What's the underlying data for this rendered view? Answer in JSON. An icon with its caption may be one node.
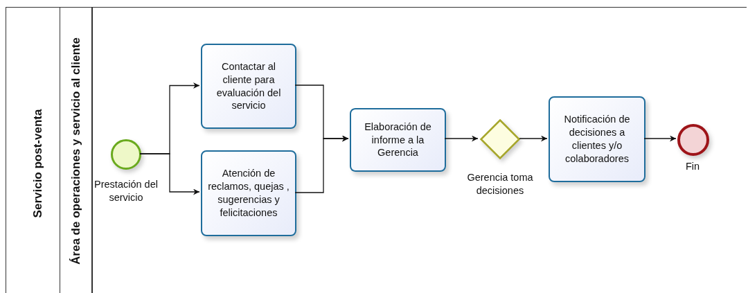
{
  "diagram": {
    "nodes": [
      {
        "text": [
          "Servicio post-venta"
        ]
      },
      {
        "text": [
          "Área de operaciones y servicio al cliente"
        ],
        "in": 0
      },
      {
        "text": [],
        "shape": "circle",
        "beside": [
          "Prestación del servicio"
        ],
        "in": 1
      },
      {
        "text": [
          "Contactar al cliente para evaluación del servicio"
        ],
        "in": 1
      },
      {
        "text": [
          "Atención de reclamos, quejas , sugerencias y felicitaciones"
        ],
        "in": 1
      },
      {
        "text": [
          "Elaboración de informe a la Gerencia"
        ],
        "in": 1
      },
      {
        "text": [],
        "shape": "diamond",
        "beside": [
          "Gerencia toma decisiones"
        ],
        "in": 1
      },
      {
        "text": [
          "Notificación de decisiones a clientes y/o colaboradores"
        ],
        "in": 1
      },
      {
        "text": [],
        "shape": "circle",
        "beside": [
          "Fin"
        ],
        "in": 1
      }
    ],
    "edges": [
      {
        "from": 2,
        "to": 3,
        "arrow": "to"
      },
      {
        "from": 2,
        "to": 4,
        "arrow": "to"
      },
      {
        "from": 3,
        "to": 5,
        "arrow": "to"
      },
      {
        "from": 4,
        "to": 5,
        "arrow": "to"
      },
      {
        "from": 5,
        "to": 6,
        "arrow": "to"
      },
      {
        "from": 6,
        "to": 7,
        "arrow": "to"
      },
      {
        "from": 7,
        "to": 8,
        "arrow": "to"
      }
    ]
  }
}
